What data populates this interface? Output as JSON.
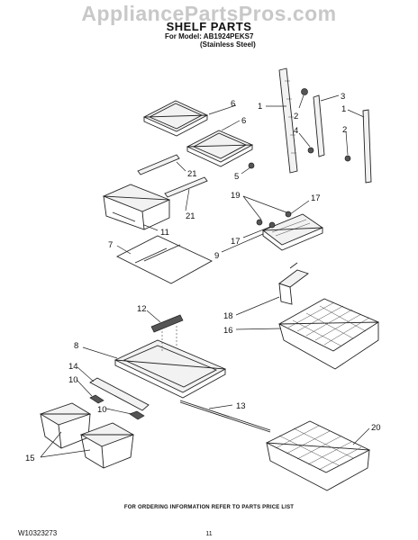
{
  "header": {
    "watermark": "AppliancePartsPros.com",
    "title": "SHELF PARTS",
    "model_line": "For Model: AB1924PEKS7",
    "finish_line": "(Stainless Steel)"
  },
  "footer": {
    "ordering_note": "FOR ORDERING INFORMATION REFER TO PARTS PRICE LIST",
    "doc_number": "W10323273",
    "page_number": "11"
  },
  "callouts": [
    "6",
    "6",
    "21",
    "21",
    "11",
    "5",
    "1",
    "2",
    "4",
    "3",
    "1",
    "2",
    "19",
    "17",
    "17",
    "9",
    "7",
    "18",
    "16",
    "12",
    "8",
    "14",
    "10",
    "10",
    "13",
    "15",
    "20"
  ]
}
